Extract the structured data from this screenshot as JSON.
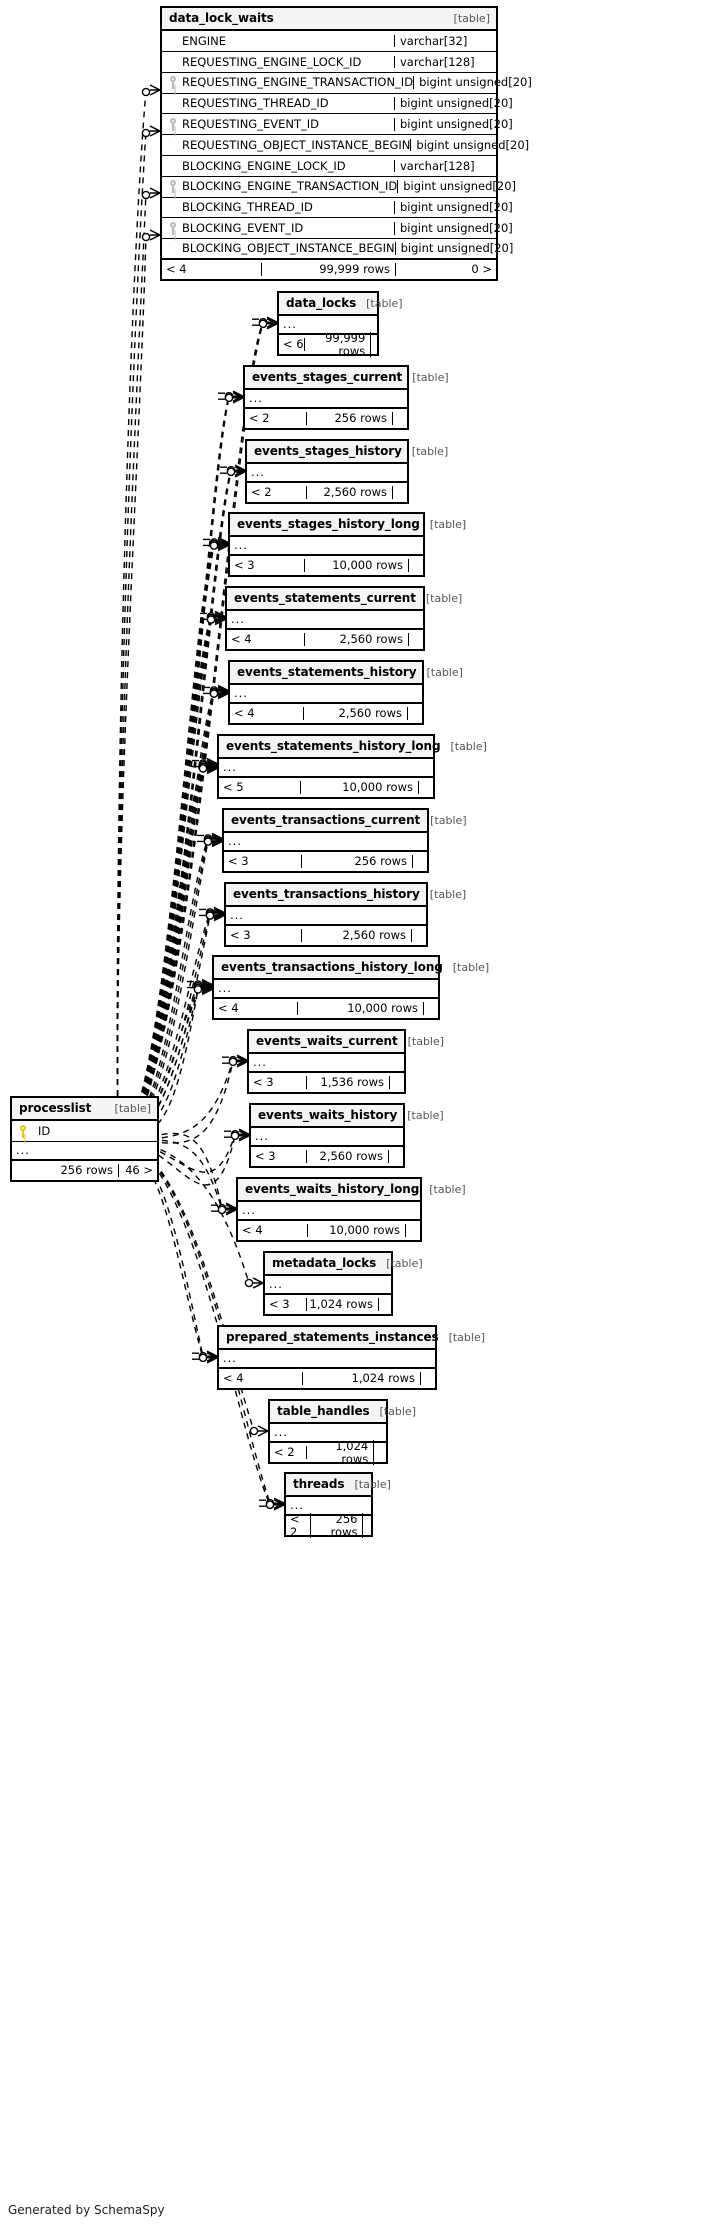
{
  "credit": "Generated by SchemaSpy",
  "table_tag": "[table]",
  "ellipsis": "...",
  "rows_suffix": " rows",
  "colors": {
    "primary_key": "#e8c511",
    "foreign_key": "#b9b9b9",
    "border": "#000000",
    "header_fill": "#f4f4f4",
    "page_background": "#ffffff"
  },
  "main_table": {
    "name": "data_lock_waits",
    "tag": "[table]",
    "columns": [
      {
        "name": "ENGINE",
        "type": "varchar[32]",
        "key": "none"
      },
      {
        "name": "REQUESTING_ENGINE_LOCK_ID",
        "type": "varchar[128]",
        "key": "none"
      },
      {
        "name": "REQUESTING_ENGINE_TRANSACTION_ID",
        "type": "bigint unsigned[20]",
        "key": "foreign"
      },
      {
        "name": "REQUESTING_THREAD_ID",
        "type": "bigint unsigned[20]",
        "key": "none"
      },
      {
        "name": "REQUESTING_EVENT_ID",
        "type": "bigint unsigned[20]",
        "key": "foreign"
      },
      {
        "name": "REQUESTING_OBJECT_INSTANCE_BEGIN",
        "type": "bigint unsigned[20]",
        "key": "none"
      },
      {
        "name": "BLOCKING_ENGINE_LOCK_ID",
        "type": "varchar[128]",
        "key": "none"
      },
      {
        "name": "BLOCKING_ENGINE_TRANSACTION_ID",
        "type": "bigint unsigned[20]",
        "key": "foreign"
      },
      {
        "name": "BLOCKING_THREAD_ID",
        "type": "bigint unsigned[20]",
        "key": "none"
      },
      {
        "name": "BLOCKING_EVENT_ID",
        "type": "bigint unsigned[20]",
        "key": "foreign"
      },
      {
        "name": "BLOCKING_OBJECT_INSTANCE_BEGIN",
        "type": "bigint unsigned[20]",
        "key": "none"
      }
    ],
    "footer": {
      "left": "< 4",
      "middle": "99,999 rows",
      "right": "0 >"
    }
  },
  "focus_table": {
    "name": "processlist",
    "tag": "[table]",
    "columns": [
      {
        "name": "ID",
        "key": "primary"
      }
    ],
    "ellipsis": "...",
    "footer": {
      "left": "",
      "middle": "256 rows",
      "right": "46 >"
    }
  },
  "related_tables": [
    {
      "name": "data_locks",
      "tag": "[table]",
      "ellipsis": "...",
      "footer": {
        "left": "< 6",
        "middle": "99,999 rows",
        "right": ""
      }
    },
    {
      "name": "events_stages_current",
      "tag": "[table]",
      "ellipsis": "...",
      "footer": {
        "left": "< 2",
        "middle": "256 rows",
        "right": ""
      }
    },
    {
      "name": "events_stages_history",
      "tag": "[table]",
      "ellipsis": "...",
      "footer": {
        "left": "< 2",
        "middle": "2,560 rows",
        "right": ""
      }
    },
    {
      "name": "events_stages_history_long",
      "tag": "[table]",
      "ellipsis": "...",
      "footer": {
        "left": "< 3",
        "middle": "10,000 rows",
        "right": ""
      }
    },
    {
      "name": "events_statements_current",
      "tag": "[table]",
      "ellipsis": "...",
      "footer": {
        "left": "< 4",
        "middle": "2,560 rows",
        "right": ""
      }
    },
    {
      "name": "events_statements_history",
      "tag": "[table]",
      "ellipsis": "...",
      "footer": {
        "left": "< 4",
        "middle": "2,560 rows",
        "right": ""
      }
    },
    {
      "name": "events_statements_history_long",
      "tag": "[table]",
      "ellipsis": "...",
      "footer": {
        "left": "< 5",
        "middle": "10,000 rows",
        "right": ""
      }
    },
    {
      "name": "events_transactions_current",
      "tag": "[table]",
      "ellipsis": "...",
      "footer": {
        "left": "< 3",
        "middle": "256 rows",
        "right": ""
      }
    },
    {
      "name": "events_transactions_history",
      "tag": "[table]",
      "ellipsis": "...",
      "footer": {
        "left": "< 3",
        "middle": "2,560 rows",
        "right": ""
      }
    },
    {
      "name": "events_transactions_history_long",
      "tag": "[table]",
      "ellipsis": "...",
      "footer": {
        "left": "< 4",
        "middle": "10,000 rows",
        "right": ""
      }
    },
    {
      "name": "events_waits_current",
      "tag": "[table]",
      "ellipsis": "...",
      "footer": {
        "left": "< 3",
        "middle": "1,536 rows",
        "right": ""
      }
    },
    {
      "name": "events_waits_history",
      "tag": "[table]",
      "ellipsis": "...",
      "footer": {
        "left": "< 3",
        "middle": "2,560 rows",
        "right": ""
      }
    },
    {
      "name": "events_waits_history_long",
      "tag": "[table]",
      "ellipsis": "...",
      "footer": {
        "left": "< 4",
        "middle": "10,000 rows",
        "right": ""
      }
    },
    {
      "name": "metadata_locks",
      "tag": "[table]",
      "ellipsis": "...",
      "footer": {
        "left": "< 3",
        "middle": "1,024 rows",
        "right": ""
      }
    },
    {
      "name": "prepared_statements_instances",
      "tag": "[table]",
      "ellipsis": "...",
      "footer": {
        "left": "< 4",
        "middle": "1,024 rows",
        "right": ""
      }
    },
    {
      "name": "table_handles",
      "tag": "[table]",
      "ellipsis": "...",
      "footer": {
        "left": "< 2",
        "middle": "1,024 rows",
        "right": ""
      }
    },
    {
      "name": "threads",
      "tag": "[table]",
      "ellipsis": "...",
      "footer": {
        "left": "< 2",
        "middle": "256 rows",
        "right": ""
      }
    }
  ]
}
